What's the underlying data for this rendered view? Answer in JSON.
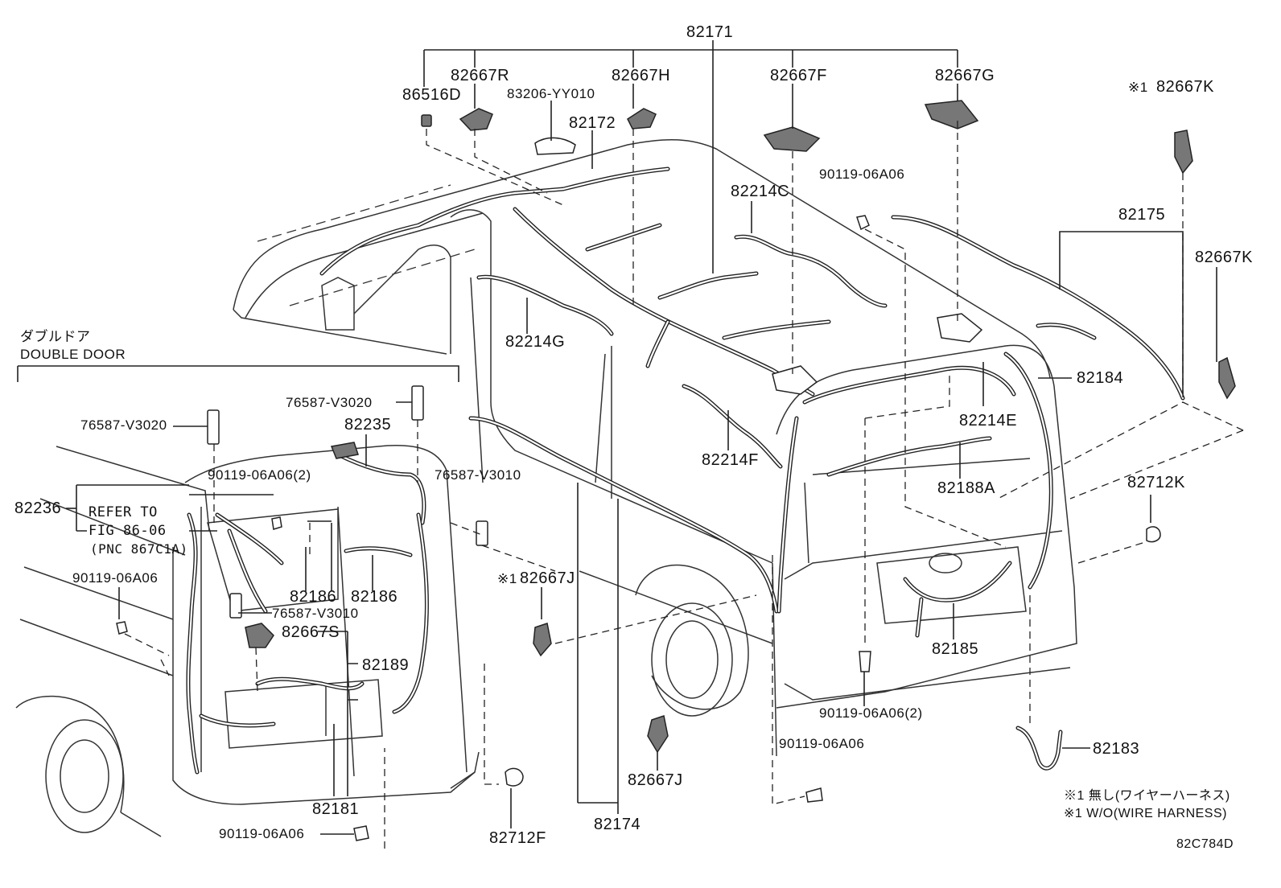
{
  "labels": {
    "p82171": "82171",
    "p82667R": "82667R",
    "p82667H": "82667H",
    "p82667F": "82667F",
    "p82667G": "82667G",
    "p86516D": "86516D",
    "p83206": "83206-YY010",
    "p82172": "82172",
    "p82667K_top_mark": "※1",
    "p82667K_top": "82667K",
    "p90119_top": "90119-06A06",
    "p82214C": "82214C",
    "p82175": "82175",
    "p82667K": "82667K",
    "p82214G": "82214G",
    "p82184": "82184",
    "p82214E": "82214E",
    "p82214F": "82214F",
    "p82188A": "82188A",
    "p82712K": "82712K",
    "dd_jp": "ダブルドア",
    "dd_en": "DOUBLE DOOR",
    "p76587_v3020_a": "76587-V3020",
    "p76587_v3020_b": "76587-V3020",
    "p82235": "82235",
    "p90119_2a": "90119-06A06(2)",
    "p76587_v3010_a": "76587-V3010",
    "p82236": "82236",
    "refer1": "REFER TO",
    "refer2": "FIG 86-06",
    "refer3": "(PNC 867C1A)",
    "p90119_left": "90119-06A06",
    "p82186_a": "82186",
    "p82186_b": "82186",
    "p76587_v3010_b": "76587-V3010",
    "p82667S": "82667S",
    "p82189": "82189",
    "p82667J_mark": "※1",
    "p82667J_a": "82667J",
    "p82185": "82185",
    "p90119_2b": "90119-06A06(2)",
    "p90119_mid": "90119-06A06",
    "p82183": "82183",
    "p82181": "82181",
    "p82667J_b": "82667J",
    "p82174": "82174",
    "p82712F": "82712F",
    "p90119_bot": "90119-06A06",
    "note1": "※1 無し(ワイヤーハーネス)",
    "note2": "※1 W/O(WIRE HARNESS)",
    "code": "82C784D"
  }
}
